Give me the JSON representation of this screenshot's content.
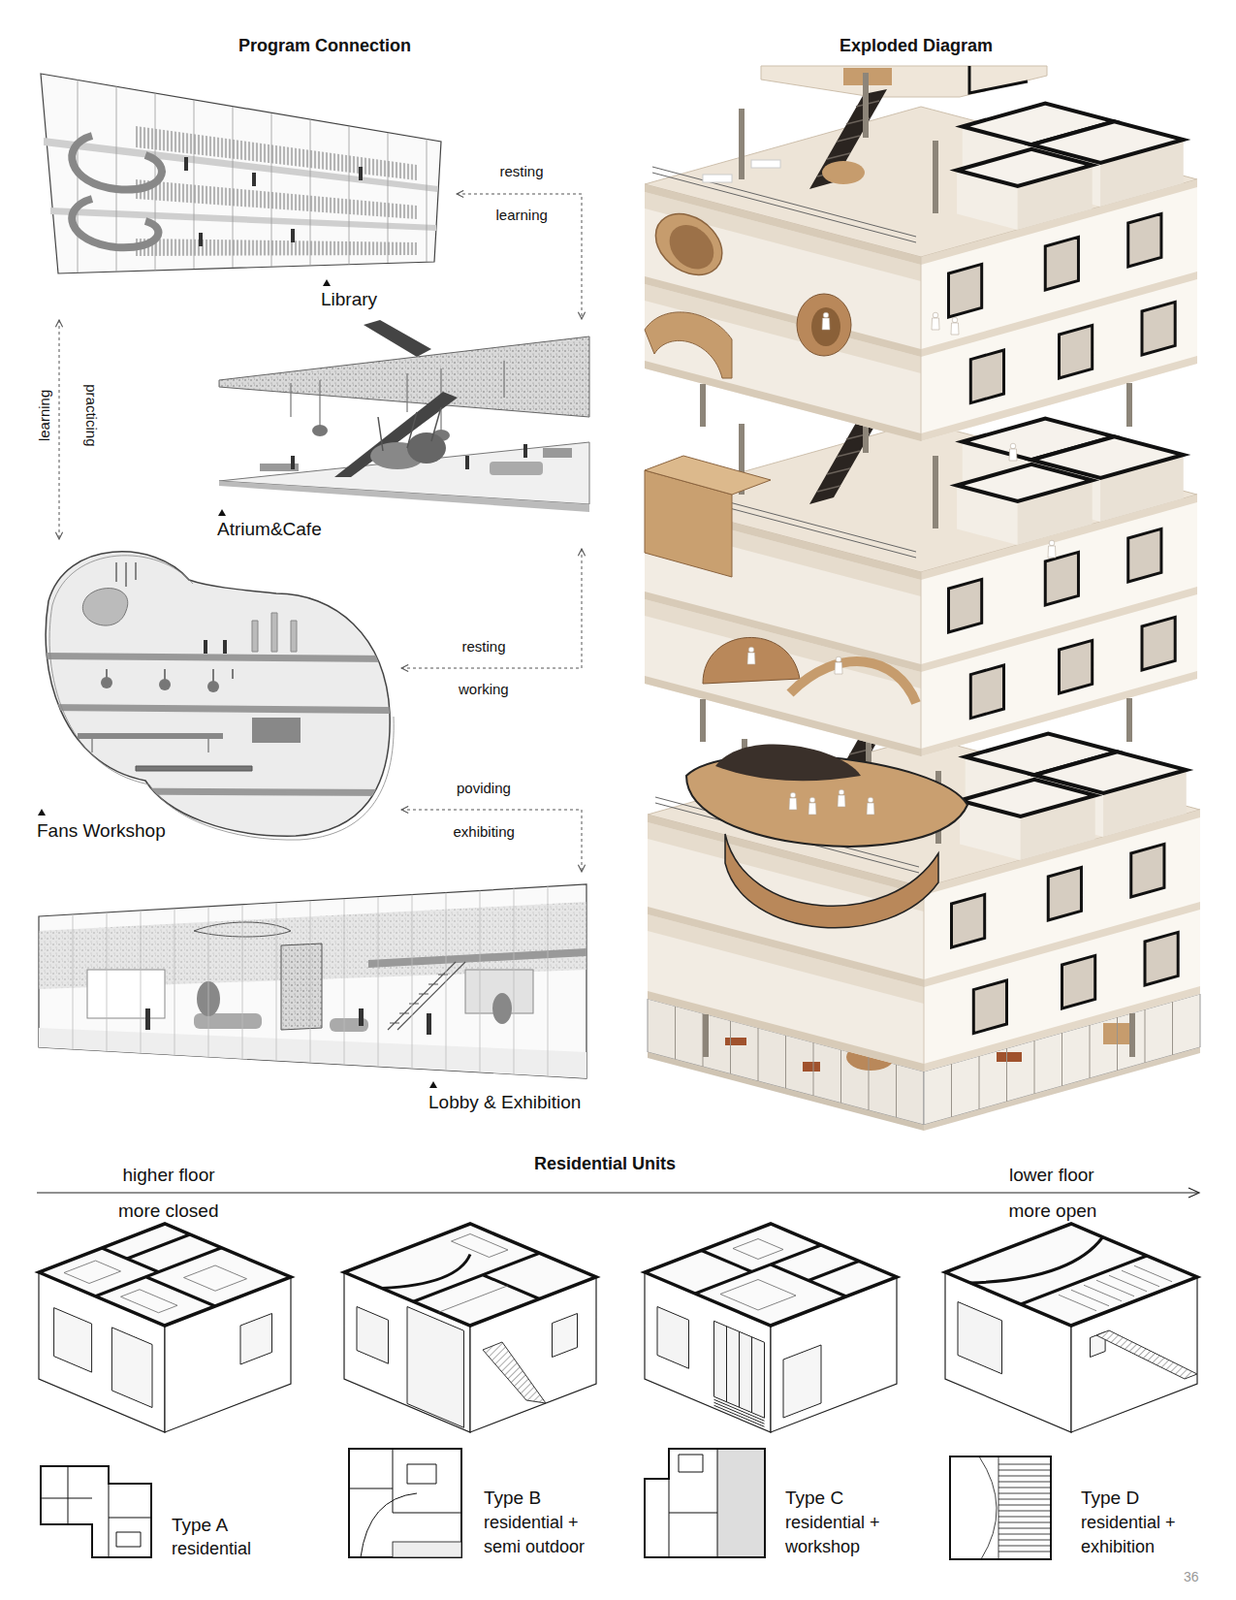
{
  "diagram": {
    "nodes": [
      {
        "text": [
          "Library"
        ]
      },
      {
        "text": [
          "Atrium&Cafe"
        ]
      },
      {
        "text": [
          "Fans Workshop"
        ]
      },
      {
        "text": [
          "Lobby & Exhibition"
        ]
      },
      {
        "text": [
          "Type A",
          "residential"
        ]
      },
      {
        "text": [
          "Type B",
          "residential + semi outdoor"
        ]
      },
      {
        "text": [
          "Type C",
          "residential + workshop"
        ]
      },
      {
        "text": [
          "Type D",
          "residential + exhibition"
        ]
      }
    ],
    "edges": [
      {
        "from": 0,
        "to": 1,
        "arrow": "both",
        "label": "resting"
      },
      {
        "from": 0,
        "to": 2,
        "arrow": "both",
        "label": "learning"
      },
      {
        "from": 1,
        "to": 2,
        "arrow": "both",
        "label": "resting"
      },
      {
        "from": 2,
        "to": 3,
        "arrow": "both",
        "label": "poviding"
      }
    ],
    "labels": [
      "Program Connection",
      "Exploded Diagram",
      "learning",
      "practicing",
      "working",
      "exhibiting",
      "Residential Units",
      "higher floor",
      "more closed",
      "lower floor",
      "more open",
      "36"
    ]
  }
}
